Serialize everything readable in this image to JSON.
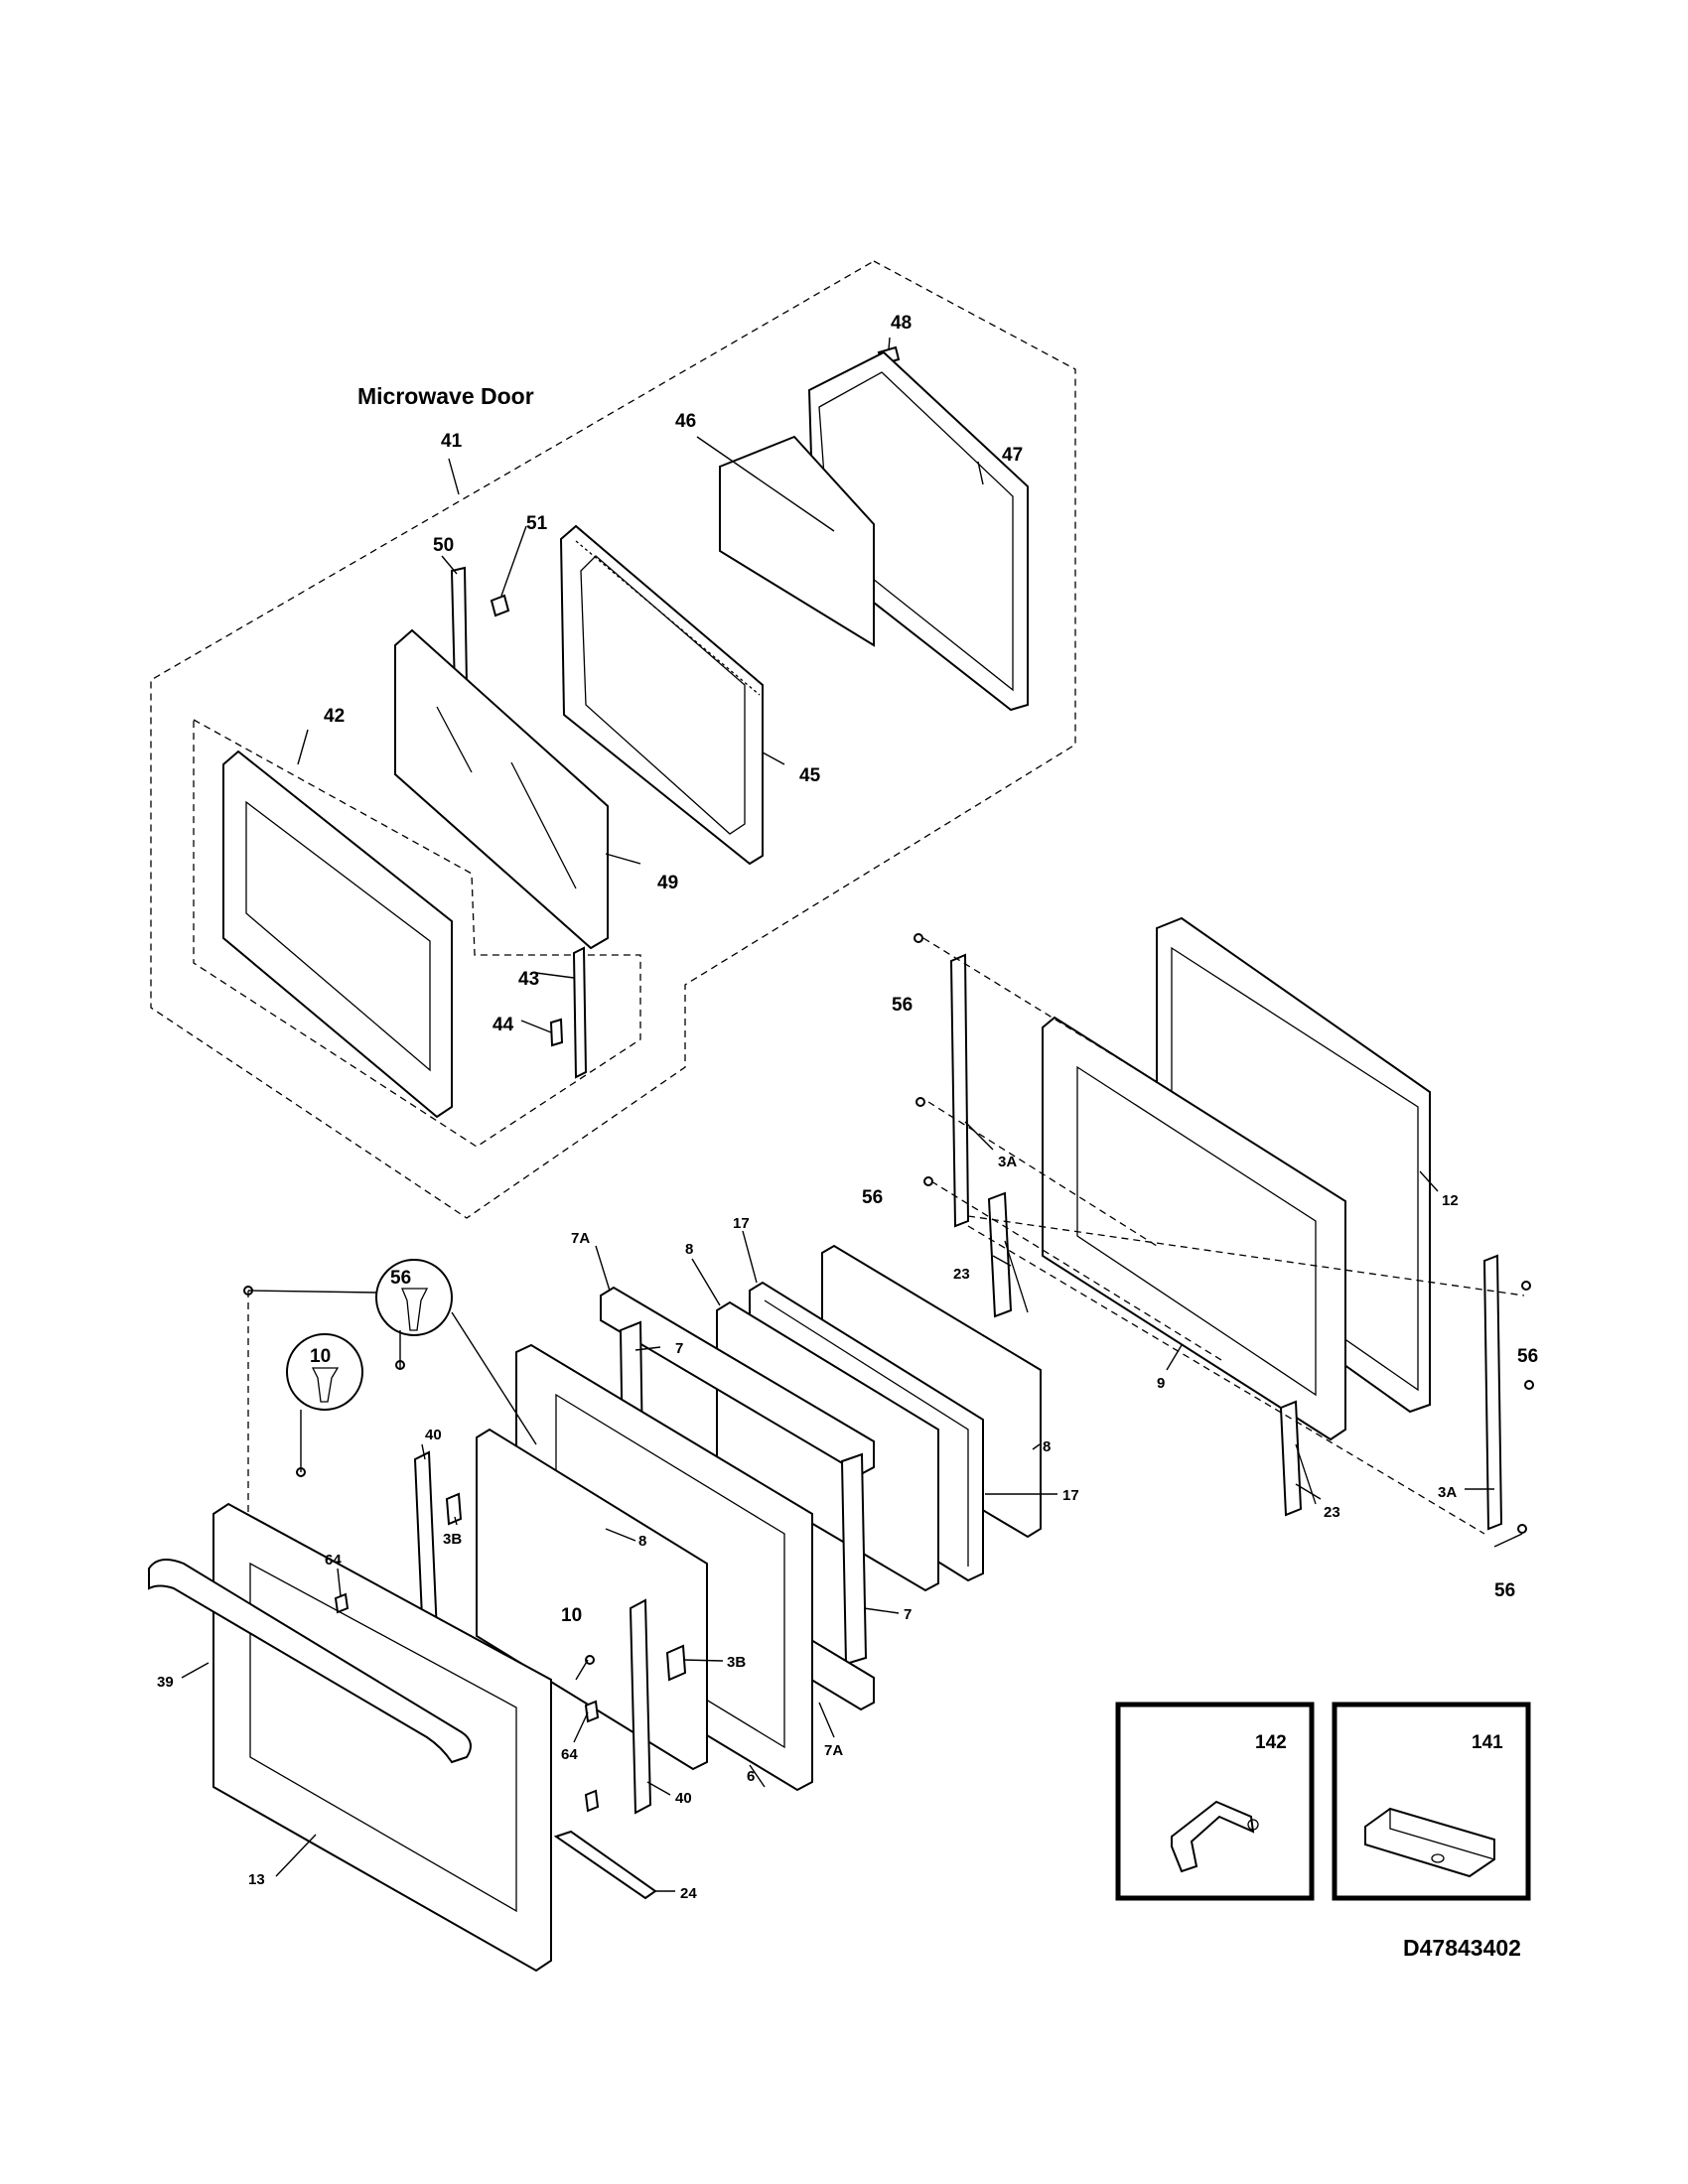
{
  "diagram": {
    "title": "Microwave Door",
    "code": "D47843402",
    "labels": {
      "41": "41",
      "42": "42",
      "43": "43",
      "44": "44",
      "45": "45",
      "46": "46",
      "47": "47",
      "48": "48",
      "49": "49",
      "50": "50",
      "51": "51",
      "56a": "56",
      "56b": "56",
      "56c": "56",
      "56d": "56",
      "56e": "56",
      "3Aa": "3A",
      "3Ab": "3A",
      "12": "12",
      "23a": "23",
      "23b": "23",
      "9": "9",
      "17a": "17",
      "17b": "17",
      "8a": "8",
      "8b": "8",
      "8c": "8",
      "7Aa": "7A",
      "7Ab": "7A",
      "7a": "7",
      "7b": "7",
      "10a": "10",
      "10b": "10",
      "40a": "40",
      "40b": "40",
      "64a": "64",
      "64b": "64",
      "3Ba": "3B",
      "3Bb": "3B",
      "39": "39",
      "13": "13",
      "6": "6",
      "24": "24",
      "142": "142",
      "141": "141"
    }
  }
}
